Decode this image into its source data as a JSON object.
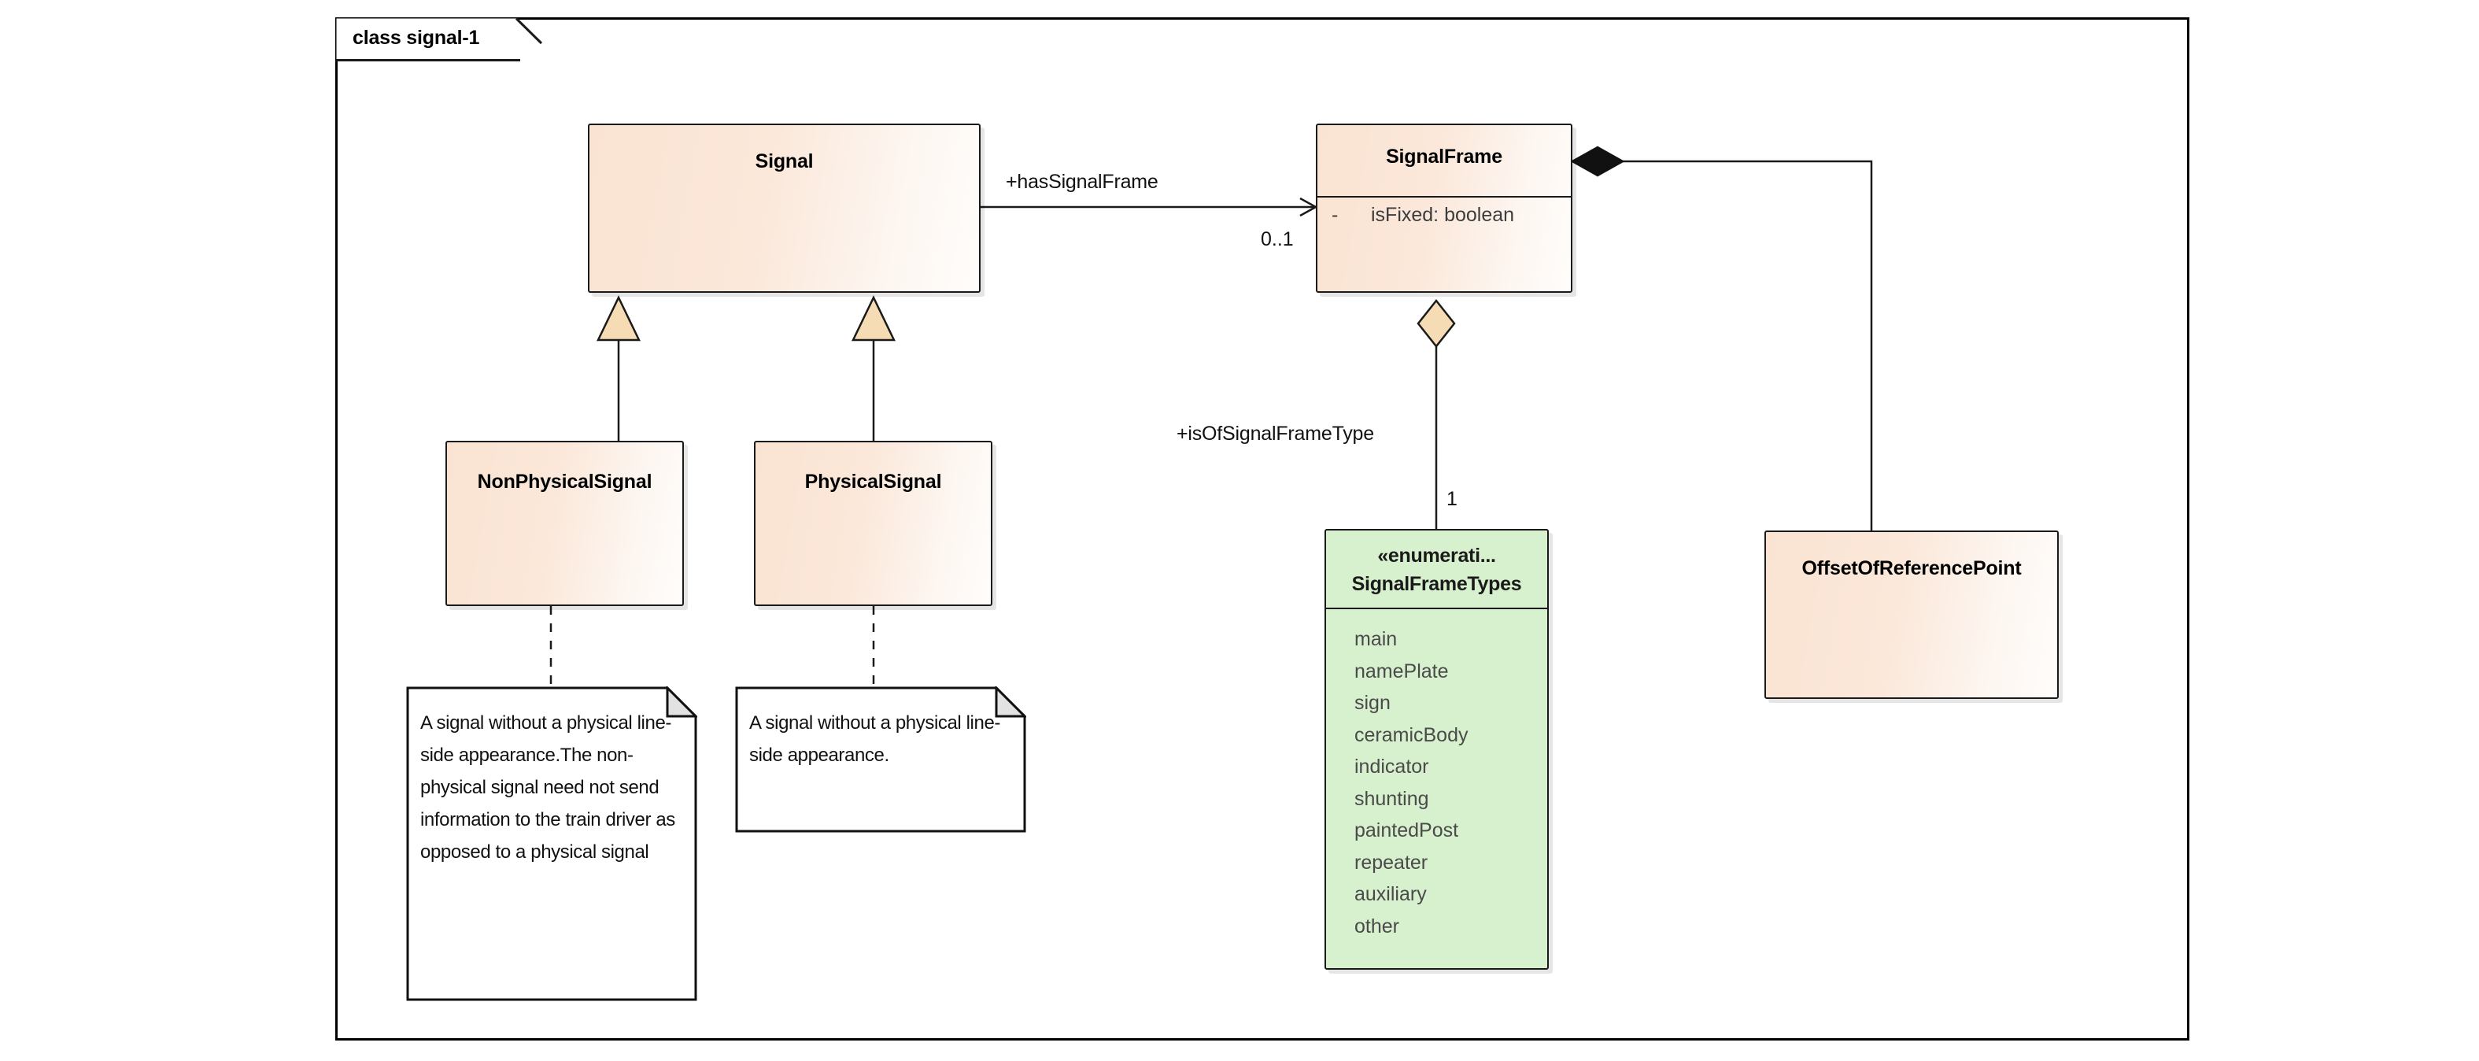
{
  "frame": {
    "label": "class signal-1"
  },
  "nodes": {
    "signal": {
      "name": "Signal"
    },
    "signal_frame": {
      "name": "SignalFrame",
      "attributes": [
        {
          "visibility": "-",
          "text": "isFixed: boolean"
        }
      ]
    },
    "non_physical_signal": {
      "name": "NonPhysicalSignal"
    },
    "physical_signal": {
      "name": "PhysicalSignal"
    },
    "offset_of_reference_point": {
      "name": "OffsetOfReferencePoint"
    },
    "signal_frame_types": {
      "stereotype": "«enumerati...",
      "name": "SignalFrameTypes",
      "literals": [
        "main",
        "namePlate",
        "sign",
        "ceramicBody",
        "indicator",
        "shunting",
        "paintedPost",
        "repeater",
        "auxiliary",
        "other"
      ]
    }
  },
  "notes": {
    "non_physical_note": {
      "text": "A signal without a physical line-side appearance.The non-physical signal need not send information to the train driver as opposed to a physical signal"
    },
    "physical_note": {
      "text": "A signal without a physical line-side appearance."
    }
  },
  "edges": {
    "has_signal_frame": {
      "role_label": "+hasSignalFrame",
      "multiplicity": "0..1"
    },
    "is_of_signal_frame_type": {
      "role_label": "+isOfSignalFrameType",
      "multiplicity": "1"
    }
  },
  "colors": {
    "class_fill_start": "#fae3d2",
    "class_fill_end": "#fffdfb",
    "enum_fill": "#d7f0cd",
    "stroke": "#1a1a1a",
    "arrow_fill": "#f6dcb4",
    "note_fill": "#ffffff",
    "fold_fill": "#e2e2e2",
    "background": "#ffffff"
  }
}
